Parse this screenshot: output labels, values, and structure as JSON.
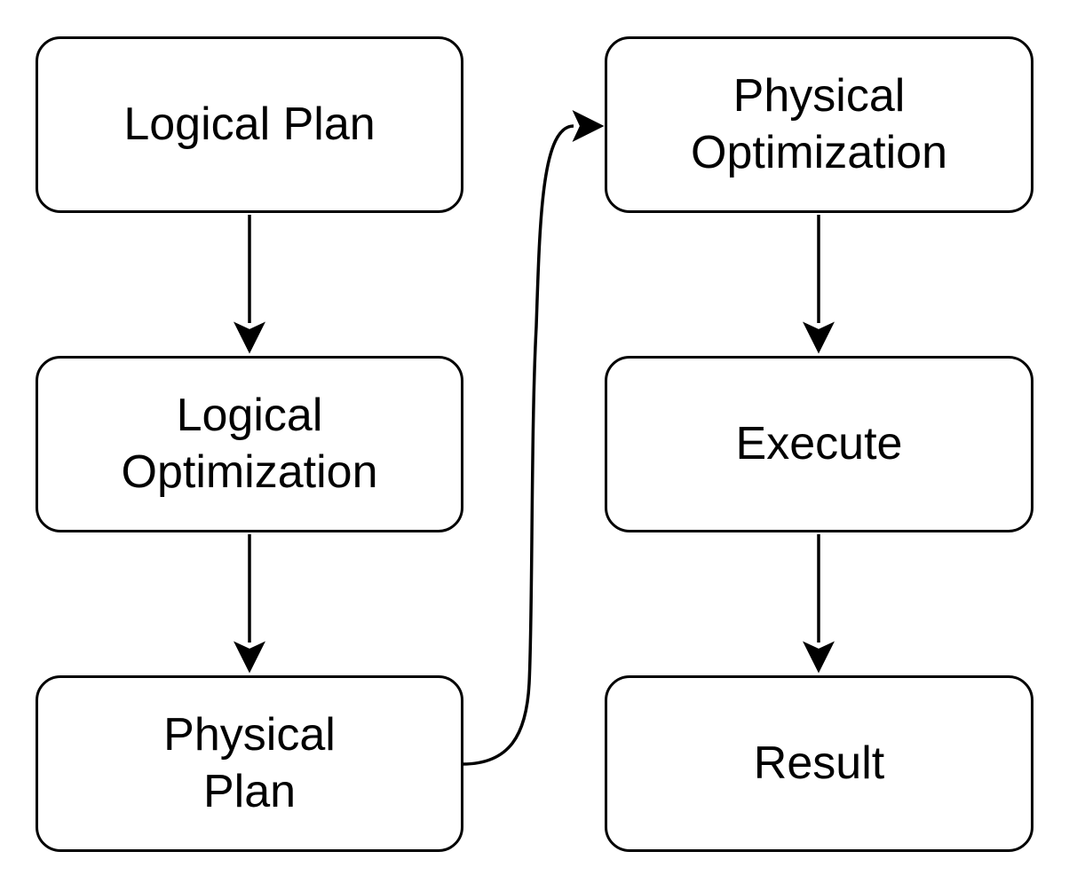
{
  "diagram": {
    "type": "flowchart",
    "background_color": "#ffffff",
    "node_fill_color": "#ffffff",
    "stroke_color": "#000000",
    "text_color": "#000000",
    "nodes": [
      {
        "id": "logical-plan",
        "label": "Logical Plan"
      },
      {
        "id": "logical-optimization",
        "label": "Logical\nOptimization"
      },
      {
        "id": "physical-plan",
        "label": "Physical\nPlan"
      },
      {
        "id": "physical-optimization",
        "label": "Physical\nOptimization"
      },
      {
        "id": "execute",
        "label": "Execute"
      },
      {
        "id": "result",
        "label": "Result"
      }
    ],
    "edges": [
      {
        "from": "logical-plan",
        "to": "logical-optimization",
        "style": "straight-down-arrow"
      },
      {
        "from": "logical-optimization",
        "to": "physical-plan",
        "style": "straight-down-arrow"
      },
      {
        "from": "physical-plan",
        "to": "physical-optimization",
        "style": "curved-right-up-arrow"
      },
      {
        "from": "physical-optimization",
        "to": "execute",
        "style": "straight-down-arrow"
      },
      {
        "from": "execute",
        "to": "result",
        "style": "straight-down-arrow"
      }
    ]
  }
}
